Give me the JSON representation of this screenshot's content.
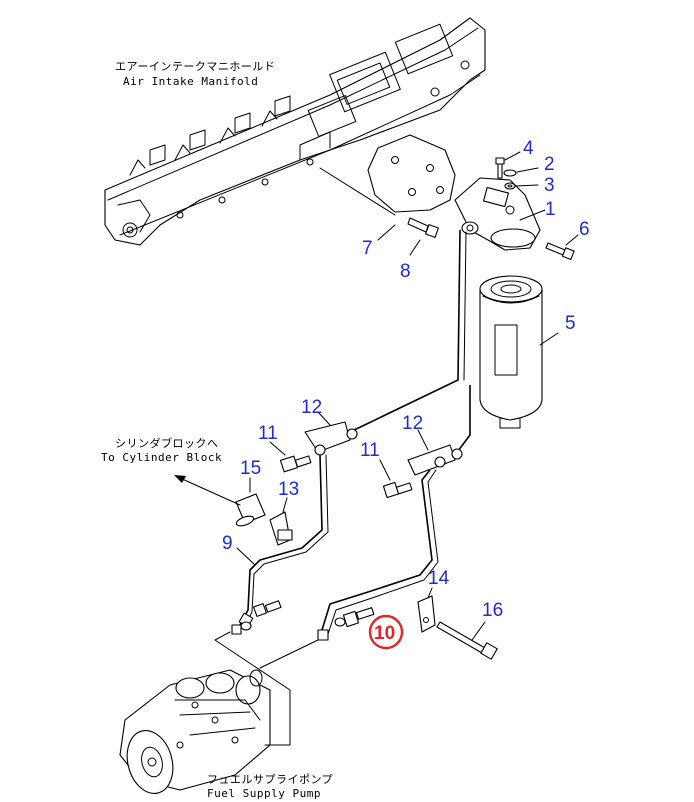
{
  "labels": {
    "manifold_jp": "エアーインテークマニホールド",
    "manifold_en": "Air Intake Manifold",
    "cylinder_jp": "シリンダブロックへ",
    "cylinder_en": "To Cylinder Block",
    "pump_jp": "フュエルサプライポンプ",
    "pump_en": "Fuel Supply Pump"
  },
  "callouts": {
    "c1": "1",
    "c2": "2",
    "c3": "3",
    "c4": "4",
    "c5": "5",
    "c6": "6",
    "c7": "7",
    "c8": "8",
    "c9": "9",
    "c10": "10",
    "c11a": "11",
    "c11b": "11",
    "c12a": "12",
    "c12b": "12",
    "c13": "13",
    "c14": "14",
    "c15": "15",
    "c16": "16"
  },
  "colors": {
    "callout": "#1f2bd1",
    "highlight": "#e8202a",
    "line": "#000000"
  }
}
